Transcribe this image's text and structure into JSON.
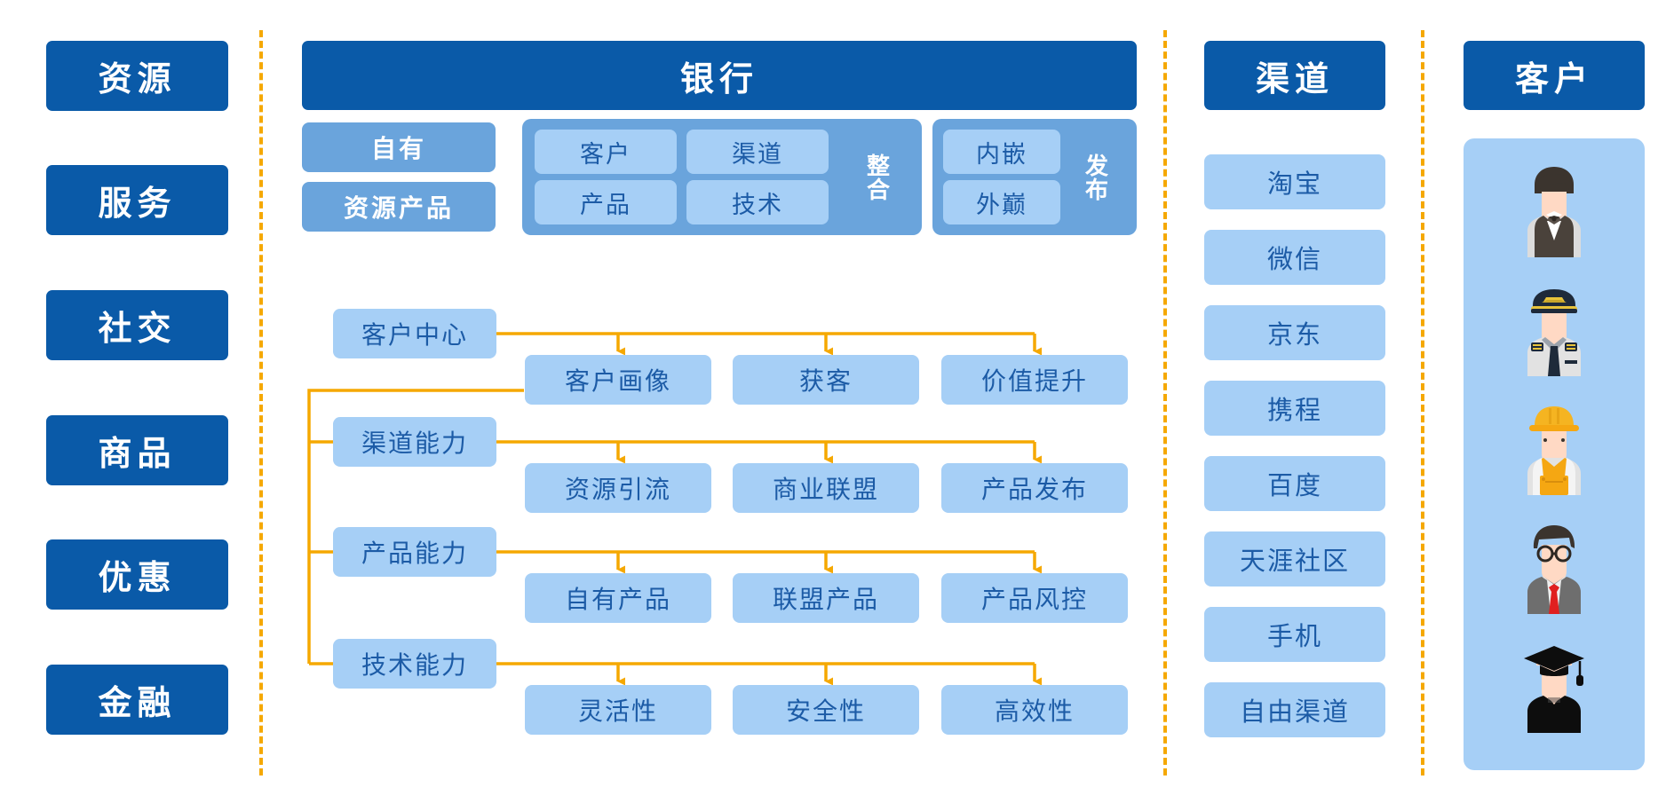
{
  "left_column": {
    "items": [
      {
        "label": "资源"
      },
      {
        "label": "服务"
      },
      {
        "label": "社交"
      },
      {
        "label": "商品"
      },
      {
        "label": "优惠"
      },
      {
        "label": "金融"
      }
    ]
  },
  "bank": {
    "title": "银行",
    "own_group": {
      "items": [
        {
          "label": "自有"
        },
        {
          "label": "资源产品"
        }
      ]
    },
    "integration_group": {
      "side_label": "整合",
      "items": [
        {
          "label": "客户"
        },
        {
          "label": "渠道"
        },
        {
          "label": "产品"
        },
        {
          "label": "技术"
        }
      ]
    },
    "publish_group": {
      "side_label": "发布",
      "items": [
        {
          "label": "内嵌"
        },
        {
          "label": "外巅"
        }
      ]
    },
    "flow": {
      "rows": [
        {
          "source": "客户中心",
          "targets": [
            "客户画像",
            "获客",
            "价值提升"
          ]
        },
        {
          "source": "渠道能力",
          "targets": [
            "资源引流",
            "商业联盟",
            "产品发布"
          ]
        },
        {
          "source": "产品能力",
          "targets": [
            "自有产品",
            "联盟产品",
            "产品风控"
          ]
        },
        {
          "source": "技术能力",
          "targets": [
            "灵活性",
            "安全性",
            "高效性"
          ]
        }
      ]
    }
  },
  "channel": {
    "title": "渠道",
    "items": [
      {
        "label": "淘宝"
      },
      {
        "label": "微信"
      },
      {
        "label": "京东"
      },
      {
        "label": "携程"
      },
      {
        "label": "百度"
      },
      {
        "label": "天涯社区"
      },
      {
        "label": "手机"
      },
      {
        "label": "自由渠道"
      }
    ]
  },
  "customer": {
    "title": "客户",
    "avatars": [
      {
        "name": "waiter-avatar"
      },
      {
        "name": "pilot-avatar"
      },
      {
        "name": "construction-worker-avatar"
      },
      {
        "name": "businessman-avatar"
      },
      {
        "name": "graduate-avatar"
      }
    ]
  },
  "colors": {
    "dark_blue": "#0A5AA8",
    "medium_blue": "#6AA4DC",
    "light_blue": "#A6CFF6",
    "accent_orange": "#F5A800",
    "text_blue": "#1C5BA6"
  }
}
